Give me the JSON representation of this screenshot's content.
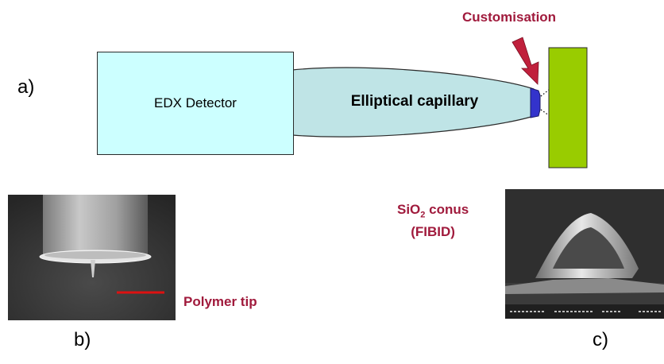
{
  "labels": {
    "panel_a": "a)",
    "panel_b": "b)",
    "panel_c": "c)"
  },
  "diagram": {
    "detector": "EDX Detector",
    "capillary": "Elliptical capillary",
    "customisation": "Customisation"
  },
  "annotations": {
    "polymer_tip": "Polymer tip",
    "sio2_prefix": "SiO",
    "sio2_subscript": "2",
    "sio2_suffix": " conus",
    "sio2_line2": "(FIBID)"
  },
  "colors": {
    "detector_fill": "#ccffff",
    "capillary_fill": "#bfe4e6",
    "tip_fill": "#3333cc",
    "sample_fill": "#99cc00",
    "label_red": "#a01a3c",
    "scale_bar": "#dd1111"
  }
}
